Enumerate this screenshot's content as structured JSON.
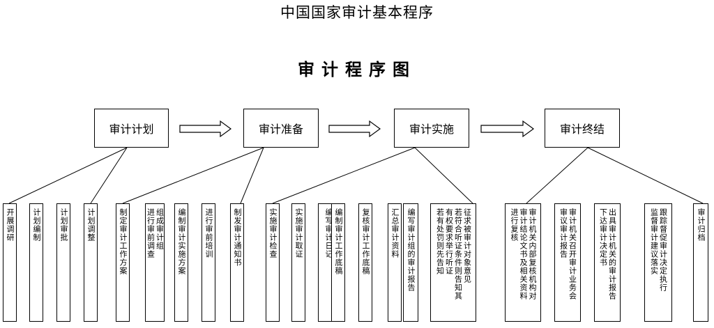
{
  "title": "中国国家审计基本程序",
  "subtitle": "审计程序图",
  "stages": [
    {
      "label": "审计计划",
      "steps": [
        [
          "开展调研"
        ],
        [
          "计划编制"
        ],
        [
          "计划审批"
        ],
        [
          "计划调整"
        ]
      ]
    },
    {
      "label": "审计准备",
      "steps": [
        [
          "制定审计工作方案"
        ],
        [
          "组成审计组",
          "进行审前调查"
        ],
        [
          "编制审计实施方案"
        ],
        [
          "进行审前培训"
        ],
        [
          "制发审计通知书"
        ]
      ]
    },
    {
      "label": "审计实施",
      "steps": [
        [
          "实施审计检查"
        ],
        [
          "实施审计取证"
        ],
        [
          "编写审计日记"
        ],
        [
          "编制审计工作底稿"
        ],
        [
          "复核审计工作底稿"
        ],
        [
          "汇总审计资料"
        ],
        [
          "编写审计组的审计报告"
        ],
        [
          "征求被审计对象意见",
          "若符合听证条件则告知其",
          "有权要求举行听证",
          "若有处罚则先告知"
        ]
      ]
    },
    {
      "label": "审计终结",
      "steps": [
        [
          "审计机关内部复核机构对",
          "审计结论文书及相关资料",
          "进行复核"
        ],
        [
          "审计机关召开审计业务会",
          "审议审计报告"
        ],
        [
          "出具审计机关的审计报告",
          "下达审计决定书"
        ],
        [
          "跟踪督促审计决定执行",
          "监督审计建议落实"
        ],
        [
          "审计归档"
        ]
      ]
    }
  ]
}
